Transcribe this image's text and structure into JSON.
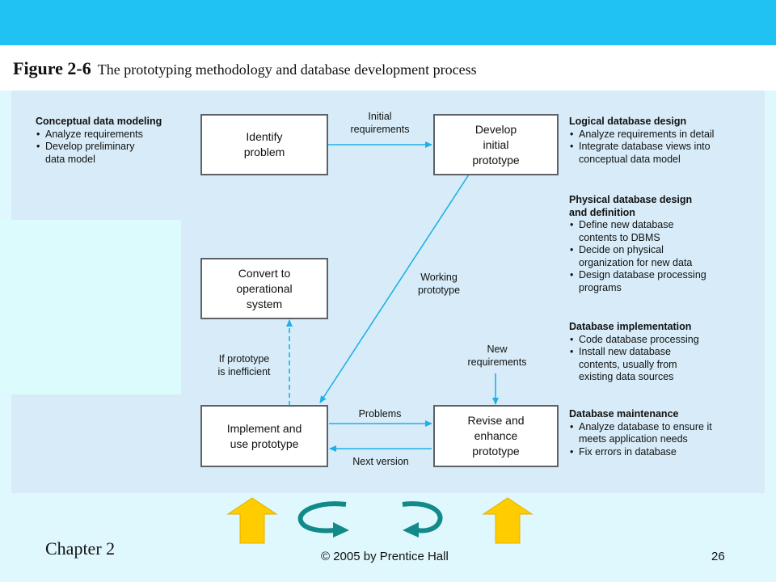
{
  "figure": {
    "number": "Figure 2-6",
    "title": "The prototyping methodology and database development process"
  },
  "boxes": {
    "identify": "Identify\nproblem",
    "develop": "Develop\ninitial\nprototype",
    "convert": "Convert to\noperational\nsystem",
    "implement": "Implement and\nuse prototype",
    "revise": "Revise and\nenhance\nprototype"
  },
  "arrow_labels": {
    "initial_requirements": "Initial\nrequirements",
    "working_prototype": "Working\nprototype",
    "if_inefficient": "If prototype\nis inefficient",
    "new_requirements": "New\nrequirements",
    "problems": "Problems",
    "next_version": "Next version"
  },
  "notes": {
    "conceptual": {
      "heading": "Conceptual data modeling",
      "items": [
        "Analyze requirements",
        "Develop preliminary\ndata model"
      ]
    },
    "logical": {
      "heading": "Logical database design",
      "items": [
        "Analyze requirements in detail",
        "Integrate database views into\nconceptual data model"
      ]
    },
    "physical": {
      "heading": "Physical database design\n  and definition",
      "items": [
        "Define new database\ncontents to DBMS",
        "Decide on physical\norganization for new data",
        "Design database processing\nprograms"
      ]
    },
    "implementation": {
      "heading": "Database implementation",
      "items": [
        "Code database processing",
        "Install new database\ncontents, usually from\nexisting data sources"
      ]
    },
    "maintenance": {
      "heading": "Database maintenance",
      "items": [
        "Analyze database to ensure it\nmeets application needs",
        "Fix errors in database"
      ]
    }
  },
  "colors": {
    "arrow": "#1fb0e8",
    "up_arrow": "#ffcc00",
    "cycle_arrow": "#138a8a"
  },
  "footer": {
    "chapter": "Chapter 2",
    "copyright": "© 2005 by Prentice Hall",
    "page": "26"
  }
}
